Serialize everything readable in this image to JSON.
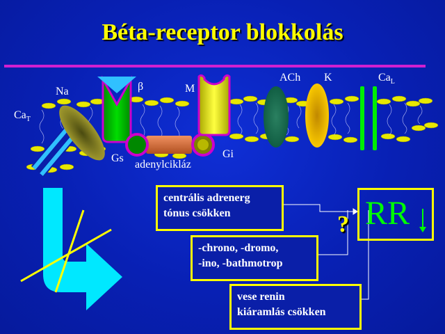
{
  "title": "Béta-receptor blokkolás",
  "membrane_labels": {
    "ca_t": "Ca",
    "ca_t_sub": "T",
    "na": "Na",
    "beta": "β",
    "m": "M",
    "ach": "ACh",
    "k": "K",
    "ca_l": "Ca",
    "ca_l_sub": "L",
    "gs": "Gs",
    "gi": "Gi",
    "adenylyl": "adenylcikláz"
  },
  "boxes": {
    "central": [
      "centrális adrenerg",
      "tónus csökken"
    ],
    "chrono": [
      "-chrono, -dromo,",
      "-ino, -bathmotrop"
    ],
    "renin": [
      "vese renin",
      "kiáramlás csökken"
    ]
  },
  "rr_label": "RR",
  "question_mark": "?",
  "colors": {
    "background": "#0820b4",
    "title": "#ffff00",
    "rule": "#d020d0",
    "box_border": "#ffff00",
    "rr_text": "#00ff00",
    "beta_receptor": "#00cc00",
    "m_receptor": "#e8e800",
    "adenylyl_cyclase": "#d87040",
    "big_arrow": "#00e8ff"
  }
}
